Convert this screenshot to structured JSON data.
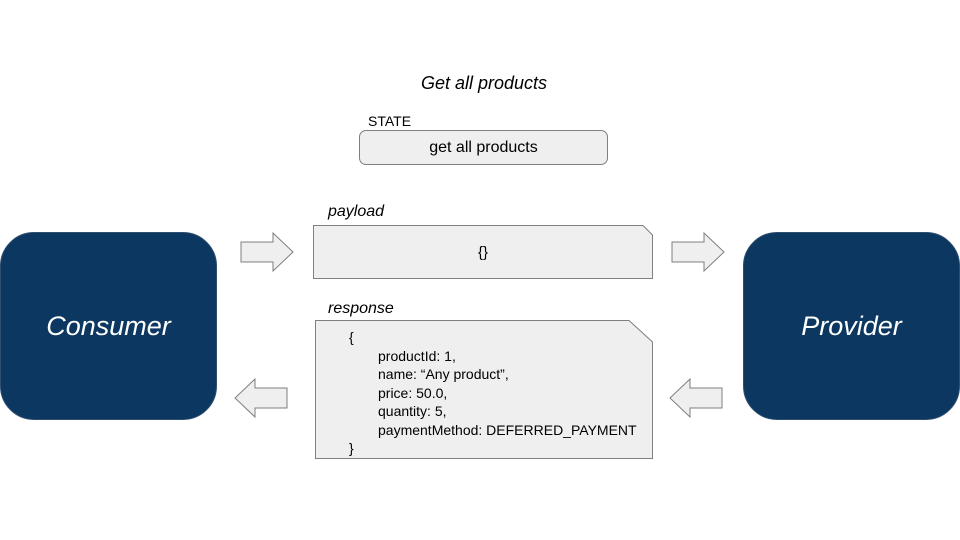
{
  "title": "Get all products",
  "state": {
    "label": "STATE",
    "value": "get all products"
  },
  "consumer": {
    "label": "Consumer"
  },
  "provider": {
    "label": "Provider"
  },
  "payload": {
    "label": "payload",
    "body": "{}"
  },
  "response": {
    "label": "response",
    "lines": [
      "{",
      "productId: 1,",
      "name: “Any product”,",
      "price: 50.0,",
      "quantity: 5,",
      "paymentMethod: DEFERRED_PAYMENT",
      "}"
    ]
  },
  "colors": {
    "actor_fill": "#0b3761",
    "doc_fill": "#efefef",
    "arrow_fill": "#efefef",
    "stroke": "#7f7f7f"
  }
}
